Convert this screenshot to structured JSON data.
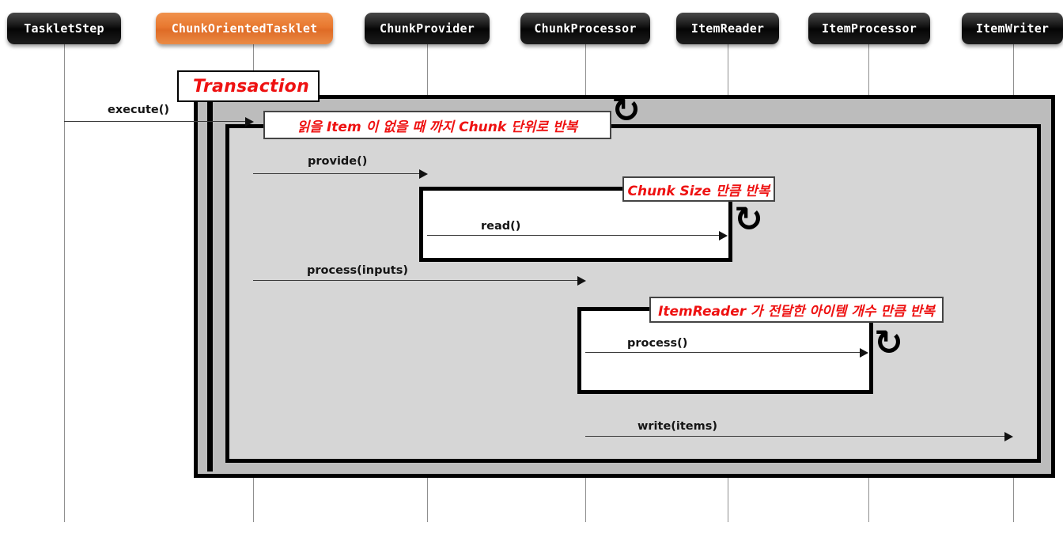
{
  "diagram": {
    "title": "Spring Batch ChunkOrientedTasklet sequence diagram",
    "colors": {
      "accent": "#e8782f",
      "frame_outer_fill": "#bcbcbc",
      "frame_loop_fill": "#d6d6d6",
      "frame_inner_fill": "#ffffff",
      "annotation_text": "#ee1111",
      "lifeline": "#8f8f8f",
      "participant_fill": "#111111"
    },
    "participants": [
      {
        "id": "tasklet-step",
        "label": "TaskletStep",
        "accent": false
      },
      {
        "id": "chunk-oriented-tasklet",
        "label": "ChunkOrientedTasklet",
        "accent": true
      },
      {
        "id": "chunk-provider",
        "label": "ChunkProvider",
        "accent": false
      },
      {
        "id": "chunk-processor",
        "label": "ChunkProcessor",
        "accent": false
      },
      {
        "id": "item-reader",
        "label": "ItemReader",
        "accent": false
      },
      {
        "id": "item-processor",
        "label": "ItemProcessor",
        "accent": false
      },
      {
        "id": "item-writer",
        "label": "ItemWriter",
        "accent": false
      }
    ],
    "frames": {
      "transaction": {
        "label": "Transaction"
      },
      "chunk_loop": {
        "label": "읽을 Item 이 없을 때 까지 Chunk 단위로 반복",
        "repeat_icon": "repeat-loop-icon"
      },
      "read_loop": {
        "label": "Chunk Size 만큼 반복",
        "repeat_icon": "repeat-loop-icon"
      },
      "process_loop": {
        "label": "ItemReader 가 전달한 아이템 개수 만큼 반복",
        "repeat_icon": "repeat-loop-icon"
      }
    },
    "messages": [
      {
        "id": "execute",
        "label": "execute()",
        "from": "TaskletStep",
        "to": "ChunkOrientedTasklet"
      },
      {
        "id": "provide",
        "label": "provide()",
        "from": "ChunkOrientedTasklet",
        "to": "ChunkProvider"
      },
      {
        "id": "read",
        "label": "read()",
        "from": "ChunkProvider",
        "to": "ItemReader"
      },
      {
        "id": "process-inputs",
        "label": "process(inputs)",
        "from": "ChunkOrientedTasklet",
        "to": "ChunkProcessor"
      },
      {
        "id": "process",
        "label": "process()",
        "from": "ChunkProcessor",
        "to": "ItemProcessor"
      },
      {
        "id": "write-items",
        "label": "write(items)",
        "from": "ChunkProcessor",
        "to": "ItemWriter"
      }
    ],
    "repeat_glyph": "↻"
  }
}
